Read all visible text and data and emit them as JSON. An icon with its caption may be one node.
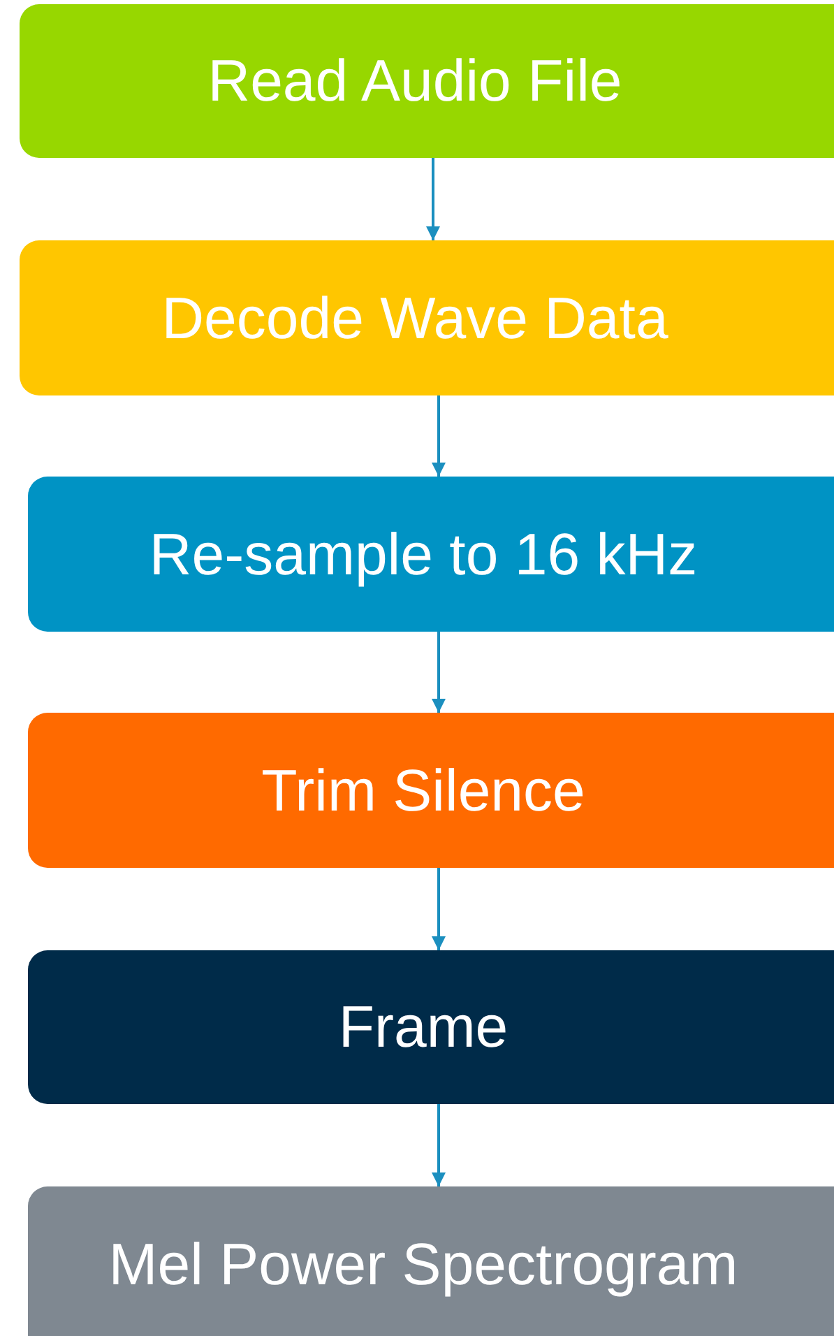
{
  "diagram": {
    "nodes": [
      {
        "text": [
          "Read Audio File"
        ]
      },
      {
        "text": [
          "Decode Wave Data"
        ]
      },
      {
        "text": [
          "Re-sample to 16 kHz"
        ]
      },
      {
        "text": [
          "Trim Silence"
        ]
      },
      {
        "text": [
          "Frame"
        ]
      },
      {
        "text": [
          "Mel Power Spectrogram"
        ]
      }
    ],
    "edges": [
      {
        "from": 0,
        "to": 1,
        "arrow": "to"
      },
      {
        "from": 1,
        "to": 2,
        "arrow": "to"
      },
      {
        "from": 2,
        "to": 3,
        "arrow": "to"
      },
      {
        "from": 3,
        "to": 4,
        "arrow": "to"
      },
      {
        "from": 4,
        "to": 5,
        "arrow": "to"
      }
    ]
  }
}
